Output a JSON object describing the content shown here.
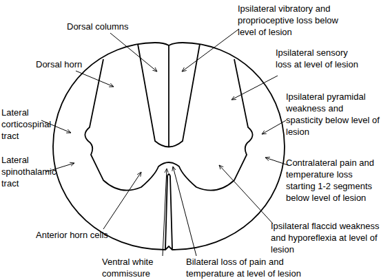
{
  "diagram": {
    "labels": [
      "Dorsal columns",
      "Ipsilateral vibratory and proprioceptive loss below level of lesion",
      "Dorsal horn",
      "Ipsilateral sensory loss at level of lesion",
      "Lateral corticospinal tract",
      "Ipsilateral pyramidal weakness and spasticity below level of lesion",
      "Lateral spinothalamic tract",
      "Contralateral pain and temperature loss starting 1-2 segments below level of lesion",
      "Ipsilateral flaccid weakness and hyporeflexia at level of lesion",
      "Anterior horn cells",
      "Ventral white commissure",
      "Bilateral loss of pain and temperature at level of lesion"
    ]
  }
}
